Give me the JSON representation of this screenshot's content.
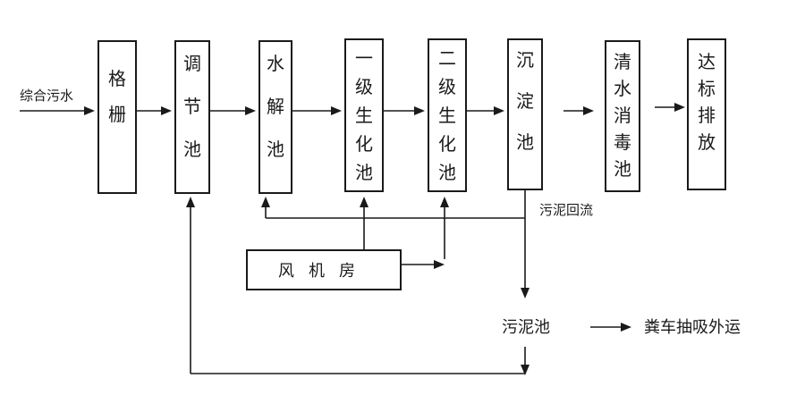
{
  "input_label": "综合污水",
  "process_units": [
    {
      "id": "grille",
      "label": "格栅"
    },
    {
      "id": "regulating-tank",
      "label": "调节池"
    },
    {
      "id": "hydrolysis-tank",
      "label": "水解池"
    },
    {
      "id": "primary-bio-tank",
      "label": "一级生化池"
    },
    {
      "id": "secondary-bio-tank",
      "label": "二级生化池"
    },
    {
      "id": "settling-tank",
      "label": "沉淀池"
    },
    {
      "id": "disinfection-tank",
      "label": "清水消毒池"
    },
    {
      "id": "discharge",
      "label": "达标排放"
    }
  ],
  "blower_room": "风机房",
  "sludge_return": "污泥回流",
  "sludge_tank": "污泥池",
  "sludge_disposal": "粪车抽吸外运"
}
